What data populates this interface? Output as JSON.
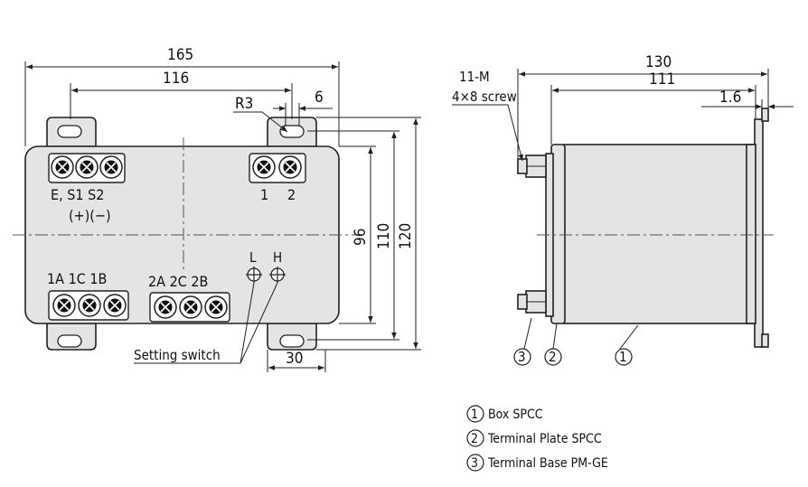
{
  "dimensions": {
    "total_width": "165",
    "mount_pitch": "116",
    "corner_radius": "R3",
    "slot_width": "6",
    "height_96": "96",
    "height_110": "110",
    "height_120": "120",
    "ear_width": "30",
    "side_depth": "130",
    "side_body": "111",
    "plate_thickness": "1.6"
  },
  "terminals": {
    "top_left": "E, S1  S2",
    "top_left_polarity": "(+)(−)",
    "top_right_1": "1",
    "top_right_2": "2",
    "bottom_left": "1A  1C  1B",
    "bottom_mid": "2A  2C  2B",
    "switch_l": "L",
    "switch_h": "H"
  },
  "callouts": {
    "setting_switch": "Setting switch",
    "screw_line1": "11-M",
    "screw_line2": "4×8 screw",
    "part1": "1",
    "part2": "2",
    "part3": "3"
  },
  "legend": [
    {
      "num": "1",
      "text": "Box SPCC"
    },
    {
      "num": "2",
      "text": "Terminal Plate SPCC"
    },
    {
      "num": "3",
      "text": "Terminal Base PM-GE"
    }
  ]
}
